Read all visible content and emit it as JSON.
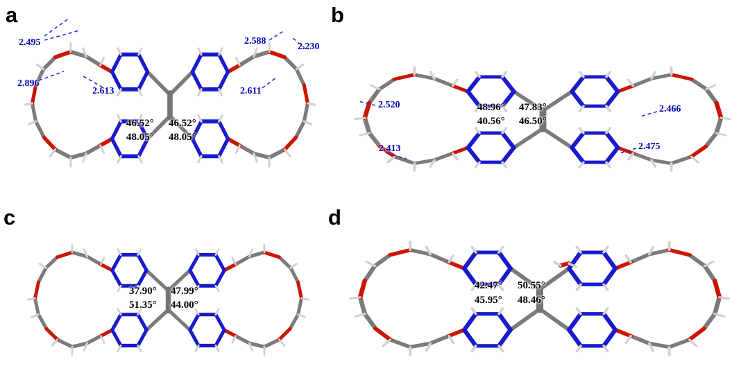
{
  "figure": {
    "type": "crystal-structure-figure",
    "colors": {
      "background": "#ffffff",
      "carbon": "#7b7b7b",
      "aromatic_ring_blue": "#1a1acc",
      "oxygen_red": "#cc1500",
      "hydrogen_gray": "#d2d2d2",
      "distance_label_blue": "#0000bb",
      "angle_label_black": "#000000"
    }
  },
  "panels": [
    {
      "label": "a",
      "angles": [
        "46.52°",
        "46.52°",
        "48.05°",
        "48.05°"
      ],
      "distances": [
        "2.495",
        "2.896",
        "2.613",
        "2.588",
        "2.230",
        "2.611"
      ]
    },
    {
      "label": "b",
      "angles": [
        "48.96°",
        "47.83°",
        "40.56°",
        "46.50°"
      ],
      "distances": [
        "2.520",
        "2.413",
        "2.466",
        "2.475"
      ]
    },
    {
      "label": "c",
      "angles": [
        "37.90°",
        "47.99°",
        "51.35°",
        "44.00°"
      ],
      "distances": []
    },
    {
      "label": "d",
      "angles": [
        "42.47°",
        "50.55°",
        "45.95°",
        "48.46°"
      ],
      "distances": []
    }
  ]
}
